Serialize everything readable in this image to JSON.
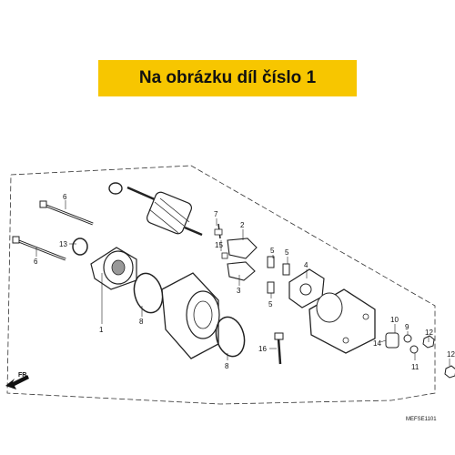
{
  "banner": {
    "text": "Na obrázku díl číslo 1"
  },
  "diagram": {
    "labels": [
      "1",
      "2",
      "3",
      "4",
      "5",
      "5",
      "5",
      "6",
      "6",
      "7",
      "8",
      "8",
      "9",
      "10",
      "11",
      "12",
      "12",
      "13",
      "14",
      "15",
      "16"
    ],
    "direction_label": "FR.",
    "drawing_code": "MEFSE1101"
  }
}
